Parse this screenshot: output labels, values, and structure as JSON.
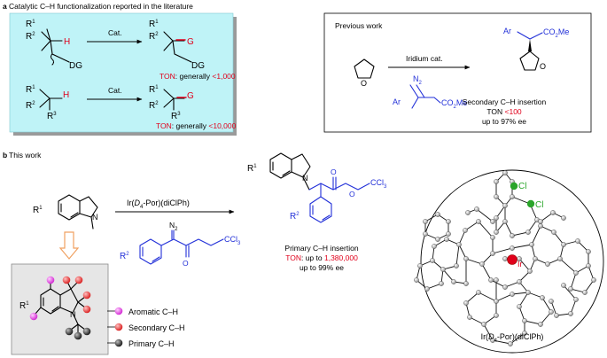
{
  "colors": {
    "panel_cyan": "#bff3f7",
    "panel_shadow": "#9a9a9a",
    "highlight_red": "#e0001b",
    "label_blue": "#2230d8",
    "cl_green": "#2aa52a",
    "ir_red": "#e0001b",
    "aromatic_magenta": "#e040e0",
    "secondary_red": "#e83030",
    "primary_grey": "#333333",
    "arrow_orange": "#f0a060"
  },
  "part_a": {
    "letter": "a",
    "title": "Catalytic C–H functionalization reported in the literature",
    "rxn1": {
      "r1": "R",
      "r1_sup": "1",
      "r2": "R",
      "r2_sup": "2",
      "h": "H",
      "dg": "DG",
      "catalyst": "Cat.",
      "g": "G",
      "ton_prefix": "TON",
      "ton_middle": ": generally ",
      "ton_value": "<1,000"
    },
    "rxn2": {
      "r1": "R",
      "r1_sup": "1",
      "r2": "R",
      "r2_sup": "2",
      "r3": "R",
      "r3_sup": "3",
      "h": "H",
      "catalyst": "Cat.",
      "g": "G",
      "ton_prefix": "TON",
      "ton_middle": ": generally ",
      "ton_value": "<10,000"
    },
    "previous": {
      "header": "Previous work",
      "catalyst": "Iridium cat.",
      "n2": "N",
      "n2_sub": "2",
      "ar": "Ar",
      "ester": "CO",
      "ester_sub": "2",
      "ester_end": "Me",
      "o": "O",
      "product_ar": "Ar",
      "caption_1": "Secondary C–H insertion",
      "caption_2_prefix": "TON ",
      "caption_2_value": "<100",
      "caption_3": "up to 97% ee"
    }
  },
  "part_b": {
    "letter": "b",
    "title": "This work",
    "substrate": {
      "r1": "R",
      "r1_sup": "1",
      "n": "N"
    },
    "catalyst_line": {
      "pre": "Ir(",
      "d": "D",
      "d_sub": "4",
      "post": "-Por)(diClPh)"
    },
    "diazo": {
      "n2": "N",
      "n2_sub": "2",
      "r2": "R",
      "r2_sup": "2",
      "o": "O",
      "ccl3": "CCl",
      "ccl3_sub": "3"
    },
    "product": {
      "r1": "R",
      "r1_sup": "1",
      "n": "N",
      "o": "O",
      "r2": "R",
      "r2_sup": "2",
      "ccl3": "CCl",
      "ccl3_sub": "3",
      "caption_1": "Primary C–H insertion",
      "caption_2_prefix": "TON",
      "caption_2_middle": ": up to ",
      "caption_2_value": "1,380,000",
      "caption_3": "up to 99% ee"
    },
    "legend": [
      {
        "label": "Aromatic C–H",
        "color": "#e040e0"
      },
      {
        "label": "Secondary C–H",
        "color": "#e83030"
      },
      {
        "label": "Primary C–H",
        "color": "#333333"
      }
    ],
    "site_model": {
      "r1": "R",
      "r1_sup": "1",
      "n": "N"
    },
    "crystal": {
      "cl_top": "Cl",
      "cl_side": "Cl",
      "ir": "Ir",
      "caption_pre": "Ir(",
      "caption_d": "D",
      "caption_sub": "4",
      "caption_post": "-Por)(diClPh)"
    }
  }
}
